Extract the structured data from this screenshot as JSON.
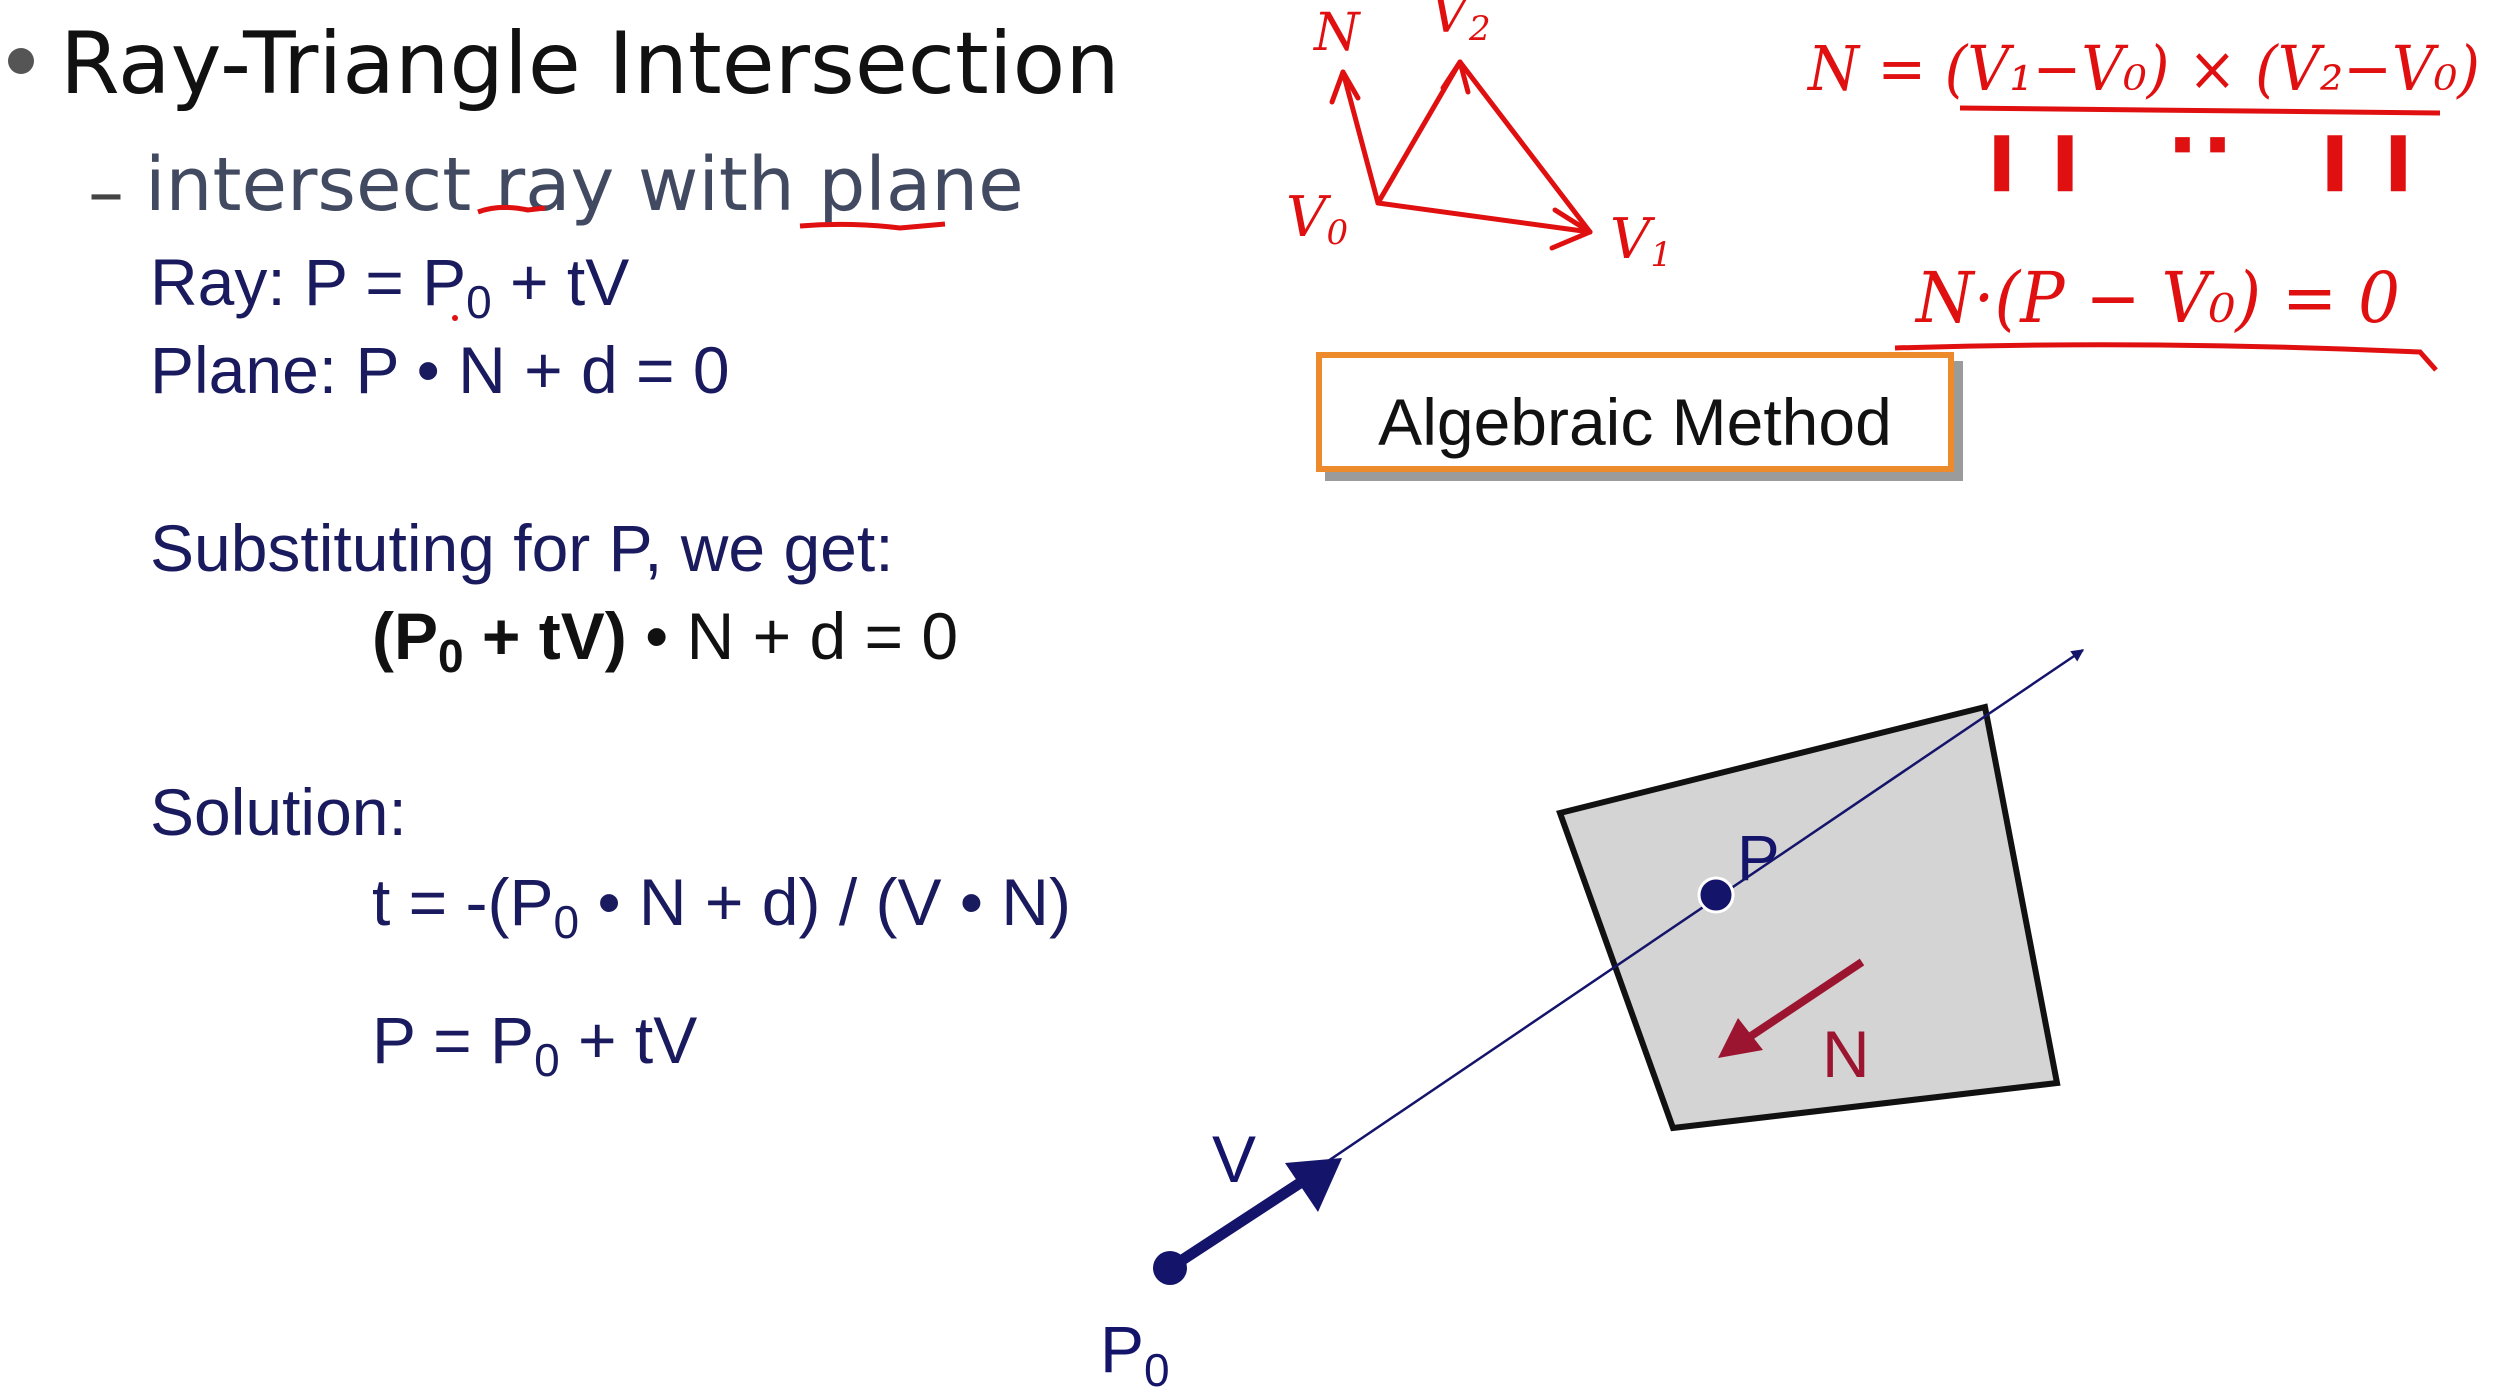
{
  "slide": {
    "title": "Ray-Triangle Intersection",
    "sub_bullet": {
      "dash": "–",
      "text": "intersect ray with plane"
    },
    "ray_line": {
      "prefix": "Ray: P = P",
      "sub": "0",
      "suffix": " + tV"
    },
    "plane_line": "Plane: P • N + d = 0",
    "substituting_line": "Substituting for P, we get:",
    "substituted_eq": {
      "bold_open": "(P",
      "bold_sub": "0",
      "bold_close": " + tV)",
      "rest": " • N + d = 0"
    },
    "solution_label": "Solution:",
    "t_eq": {
      "prefix": "t = -(P",
      "sub": "0",
      "suffix": " • N + d) / (V • N)"
    },
    "p_eq": {
      "prefix": "P = P",
      "sub": "0",
      "suffix": " + tV"
    },
    "method_box_label": "Algebraic Method"
  },
  "diagram": {
    "label_P": "P",
    "label_N": "N",
    "label_V": "V",
    "label_P0_main": "P",
    "label_P0_sub": "0"
  },
  "handwriting": {
    "triangle_label_N": "N",
    "triangle_label_V2": "V",
    "triangle_label_V2_sub": "2",
    "triangle_label_V0": "V",
    "triangle_label_V0_sub": "0",
    "triangle_label_V1": "V",
    "triangle_label_V1_sub": "1",
    "normal_formula": "N = (V₁−V₀) × (V₂−V₀)",
    "normal_denominator": "||      \"      ||",
    "plane_formula": "N·(P − V₀) = 0"
  },
  "colors": {
    "title": "#111111",
    "body_text": "#1a1a5e",
    "sub_bullet": "#414a60",
    "box_border": "#ed8a2b",
    "annotation_red": "#e01010",
    "normal_arrow": "#9b1530",
    "ray_navy": "#14146a",
    "quad_fill": "#d4d4d4"
  }
}
